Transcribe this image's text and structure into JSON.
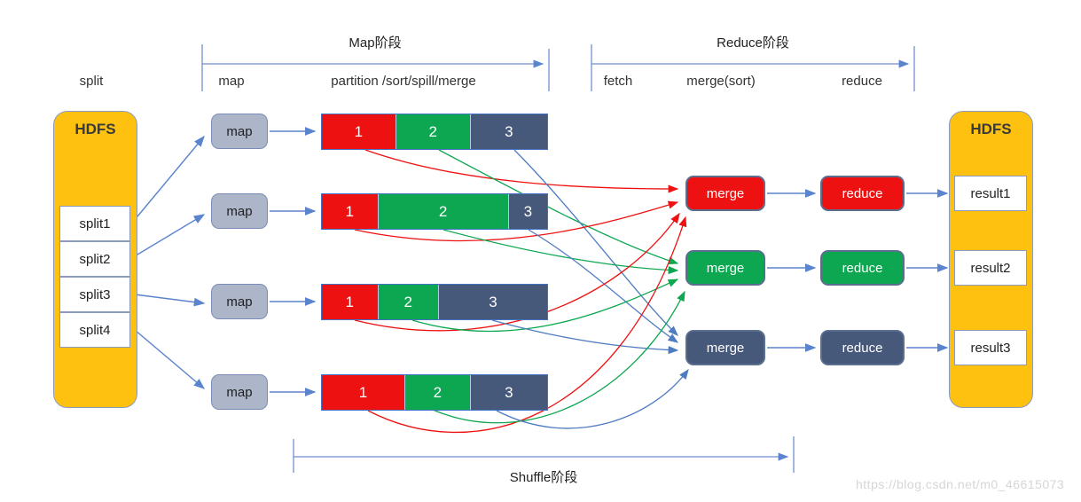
{
  "stages": {
    "map_stage": "Map阶段",
    "reduce_stage": "Reduce阶段",
    "shuffle_stage": "Shuffle阶段"
  },
  "column_labels": {
    "split": "split",
    "map": "map",
    "partition": "partition /sort/spill/merge",
    "fetch": "fetch",
    "merge_sort": "merge(sort)",
    "reduce": "reduce"
  },
  "hdfs_input": {
    "title": "HDFS",
    "splits": [
      "split1",
      "split2",
      "split3",
      "split4"
    ]
  },
  "hdfs_output": {
    "title": "HDFS",
    "results": [
      "result1",
      "result2",
      "result3"
    ]
  },
  "map_task_label": "map",
  "partitions": {
    "labels": [
      "1",
      "2",
      "3"
    ],
    "rows": [
      {
        "widths": [
          33,
          33,
          34
        ]
      },
      {
        "widths": [
          25,
          58,
          17
        ]
      },
      {
        "widths": [
          25,
          27,
          48
        ]
      },
      {
        "widths": [
          37,
          29,
          34
        ]
      }
    ]
  },
  "merge_nodes": [
    {
      "label": "merge",
      "color": "red"
    },
    {
      "label": "merge",
      "color": "green"
    },
    {
      "label": "merge",
      "color": "slate"
    }
  ],
  "reduce_nodes": [
    {
      "label": "reduce",
      "color": "red"
    },
    {
      "label": "reduce",
      "color": "green"
    },
    {
      "label": "reduce",
      "color": "slate"
    }
  ],
  "colors": {
    "red": "#ee1111",
    "green": "#0ca750",
    "slate": "#47597b",
    "hdfs_yellow": "#ffc110",
    "map_gray": "#adb6c9",
    "arrow_blue": "#5b84ce"
  },
  "watermark": "https://blog.csdn.net/m0_46615073"
}
